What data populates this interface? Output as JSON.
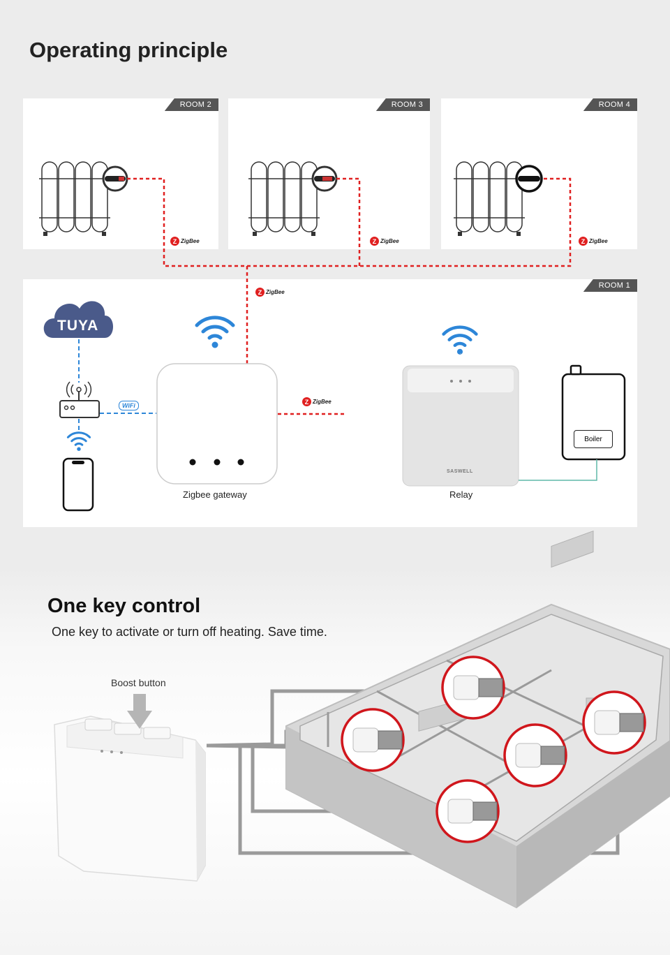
{
  "section1": {
    "title": "Operating principle",
    "rooms": [
      {
        "tag": "ROOM 2"
      },
      {
        "tag": "ROOM 3"
      },
      {
        "tag": "ROOM 4"
      },
      {
        "tag": "ROOM 1"
      }
    ],
    "zigbee_text": "ZigBee",
    "cloud_text": "TUYA",
    "wifi_text": "WiFi",
    "gateway_label": "Zigbee gateway",
    "relay_label": "Relay",
    "relay_brand": "SASWELL",
    "boiler_label": "Boiler"
  },
  "section2": {
    "title": "One key control",
    "subtitle": "One key to activate or turn off heating. Save time.",
    "boost_label": "Boost button"
  },
  "colors": {
    "zigbee_red": "#e02020",
    "wifi_blue": "#2d86d8",
    "panel_tag": "#555555",
    "connector_green": "#5fb9a8"
  }
}
